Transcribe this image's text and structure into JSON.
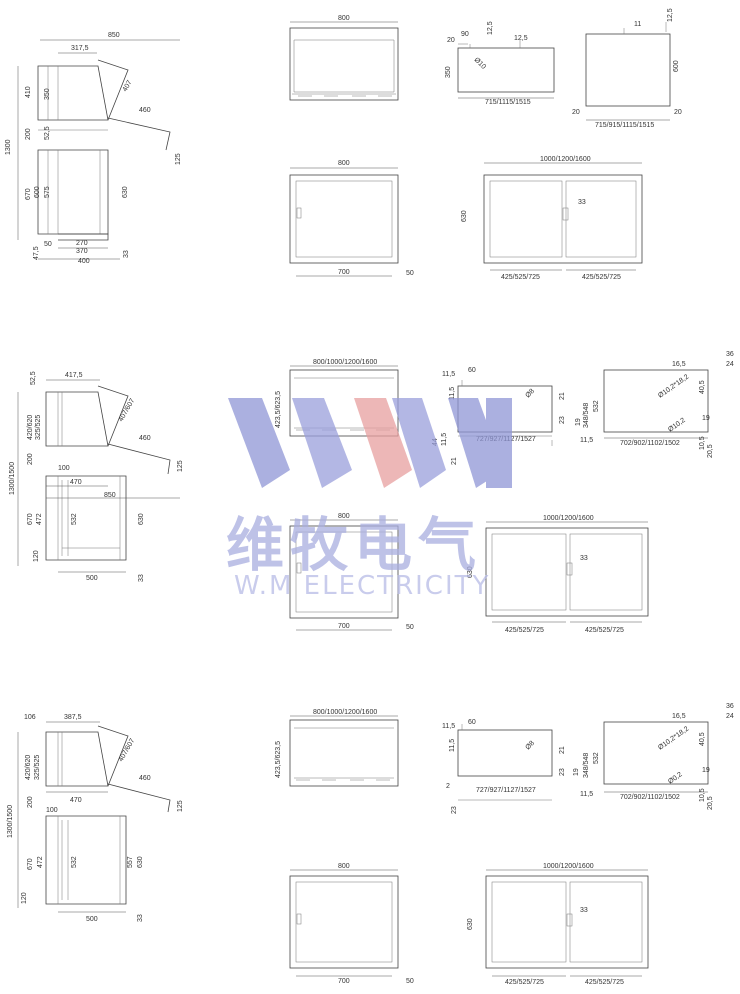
{
  "colors": {
    "line": "#444444",
    "watermark_blue": "#8f96d6",
    "watermark_red": "#e8a0a0",
    "watermark_text": "#b7bbe6"
  },
  "watermark": {
    "logo": "W.M logo",
    "cn": "维牧电气",
    "en": "W.M ELECTRICITY"
  },
  "row1": {
    "side": {
      "d850": "850",
      "d3175": "317,5",
      "d410": "410",
      "d350": "350",
      "d407": "407",
      "d460": "460",
      "d200": "200",
      "d525": "52,5",
      "d1300": "1300",
      "d125": "125",
      "d670": "670",
      "d600": "600",
      "d575": "575",
      "d630": "630",
      "d50": "50",
      "d270": "270",
      "d370": "370",
      "d475": "47,5",
      "d400": "400",
      "d33": "33"
    },
    "top_front": {
      "w": "800"
    },
    "top_detail": {
      "d20": "20",
      "d90": "90",
      "d125": "12,5",
      "d125b": "12,5",
      "phi": "Ø10",
      "d350": "350",
      "w": "715/1115/1515"
    },
    "top_back": {
      "d11": "11",
      "d125": "12,5",
      "d600": "600",
      "d20a": "20",
      "d20b": "20",
      "w": "715/915/1115/1515"
    },
    "lower_single": {
      "w": "800",
      "d700": "700",
      "d50": "50"
    },
    "lower_double": {
      "w": "1000/1200/1600",
      "d630": "630",
      "d33": "33",
      "dl": "425/525/725",
      "dr": "425/525/725"
    }
  },
  "row2": {
    "side": {
      "d525": "52,5",
      "d4175": "417,5",
      "d420": "420/620",
      "d325": "325/525",
      "d407": "407/607",
      "d460": "460",
      "d1300": "1300/1500",
      "d200": "200",
      "d125": "125",
      "d100": "100",
      "d470": "470",
      "d850": "850",
      "d670": "670",
      "d472": "472",
      "d532": "532",
      "d630": "630",
      "d120": "120",
      "d500": "500",
      "d33": "33"
    },
    "top_front": {
      "w": "800/1000/1200/1600",
      "h": "423,5/623,5"
    },
    "top_detail": {
      "d115a": "11,5",
      "d60": "60",
      "d115b": "11,5",
      "phi": "Ø8",
      "d21": "21",
      "d23": "23",
      "d19": "19",
      "d348": "348/548",
      "d44": "44",
      "d115c": "11,5",
      "d21b": "21",
      "w": "727/927/1127/1527",
      "d115d": "11,5"
    },
    "top_back": {
      "d165": "16,5",
      "d36": "36",
      "d24": "24",
      "phi1": "Ø10,2*18,2",
      "d405": "40,5",
      "d532": "532",
      "d19": "19",
      "phi2": "Ø10,2",
      "d105": "10,5",
      "d205": "20,5",
      "w": "702/902/1102/1502"
    },
    "lower_single": {
      "w": "800",
      "d700": "700",
      "d50": "50"
    },
    "lower_double": {
      "w": "1000/1200/1600",
      "d630": "630",
      "d33": "33",
      "dl": "425/525/725",
      "dr": "425/525/725"
    }
  },
  "row3": {
    "side": {
      "d106": "106",
      "d3875": "387,5",
      "d420": "420/620",
      "d325": "325/525",
      "d407": "407/607",
      "d460": "460",
      "d1300": "1300/1500",
      "d200": "200",
      "d100": "100",
      "d470": "470",
      "d125": "125",
      "d670": "670",
      "d472": "472",
      "d532": "532",
      "d557": "557",
      "d630": "630",
      "d120": "120",
      "d500": "500",
      "d33": "33"
    },
    "top_front": {
      "w": "800/1000/1200/1600",
      "h": "423,5/623,5"
    },
    "top_detail": {
      "d115a": "11,5",
      "d60": "60",
      "d115b": "11,5",
      "phi": "Ø8",
      "d21": "21",
      "d23": "23",
      "d19": "19",
      "d348": "348/548",
      "d2": "2",
      "d23b": "23",
      "w": "727/927/1127/1527",
      "d115c": "11,5"
    },
    "top_back": {
      "d165": "16,5",
      "d36": "36",
      "d24": "24",
      "phi1": "Ø10,2*18,2",
      "d405": "40,5",
      "d532": "532",
      "d19": "19",
      "phi2": "Ø0,2",
      "d105": "10,5",
      "d205": "20,5",
      "w": "702/902/1102/1502"
    },
    "lower_single": {
      "w": "800",
      "d700": "700",
      "d50": "50"
    },
    "lower_double": {
      "w": "1000/1200/1600",
      "d630": "630",
      "d33": "33",
      "dl": "425/525/725",
      "dr": "425/525/725"
    }
  }
}
